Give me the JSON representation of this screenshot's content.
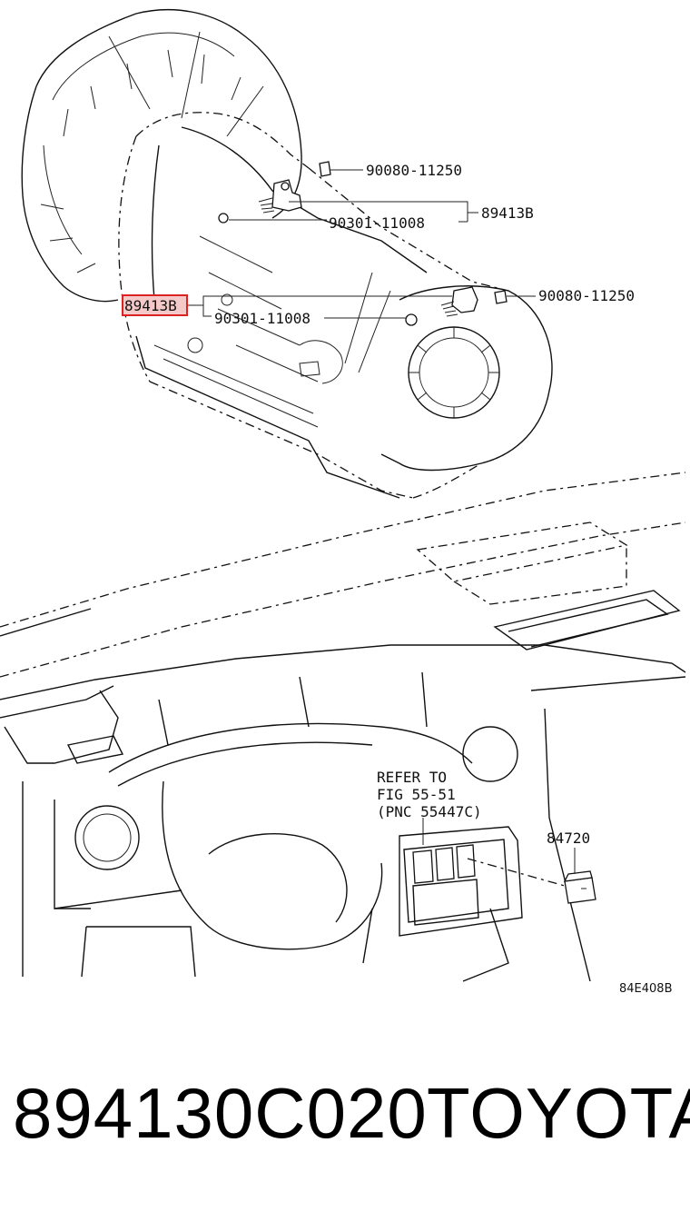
{
  "callouts": {
    "bolt_top": "90080-11250",
    "bracket_top": "89413B",
    "oring_top": "90301-11008",
    "highlighted": "89413B",
    "oring_mid": "90301-11008",
    "bolt_right": "90080-11250",
    "refer_line1": "REFER TO",
    "refer_line2": "FIG 55-51",
    "refer_line3": "(PNC 55447C)",
    "switch_part": "84720",
    "figure_code": "84E408B"
  },
  "footer": {
    "part_number": "894130C020",
    "brand": "TOYOTA"
  },
  "colors": {
    "highlight_fill": "#f6c9c9",
    "highlight_stroke": "#d22222",
    "line": "#111111"
  }
}
